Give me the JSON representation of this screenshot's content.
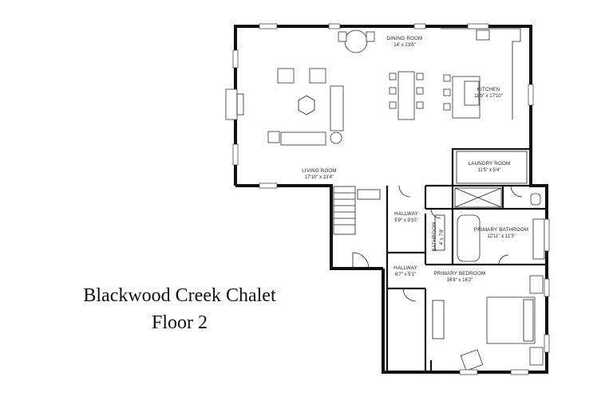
{
  "plan": {
    "title_line1": "Blackwood Creek Chalet",
    "title_line2": "Floor 2",
    "rooms": {
      "dining": {
        "name": "DINING ROOM",
        "dims": "14' x 23'6\""
      },
      "kitchen": {
        "name": "KITCHEN",
        "dims": "11'9\" x 17'10\""
      },
      "living": {
        "name": "LIVING ROOM",
        "dims": "17'10\" x 23'4\""
      },
      "laundry": {
        "name": "LAUNDRY ROOM",
        "dims": "11'5\" x 5'4\""
      },
      "hallway1": {
        "name": "HALLWAY",
        "dims": "5'9\" x 9'10\""
      },
      "primary_bath": {
        "name": "PRIMARY BATHROOM",
        "dims": "12'11\" x 11'3\""
      },
      "bathroom": {
        "name": "BATHROOM",
        "dims": "4' x 7'4\""
      },
      "hallway2": {
        "name": "HALLWAY",
        "dims": "6'7\" x 5'1\""
      },
      "primary_bed": {
        "name": "PRIMARY BEDROOM",
        "dims": "16'8\" x 16'2\""
      }
    }
  }
}
